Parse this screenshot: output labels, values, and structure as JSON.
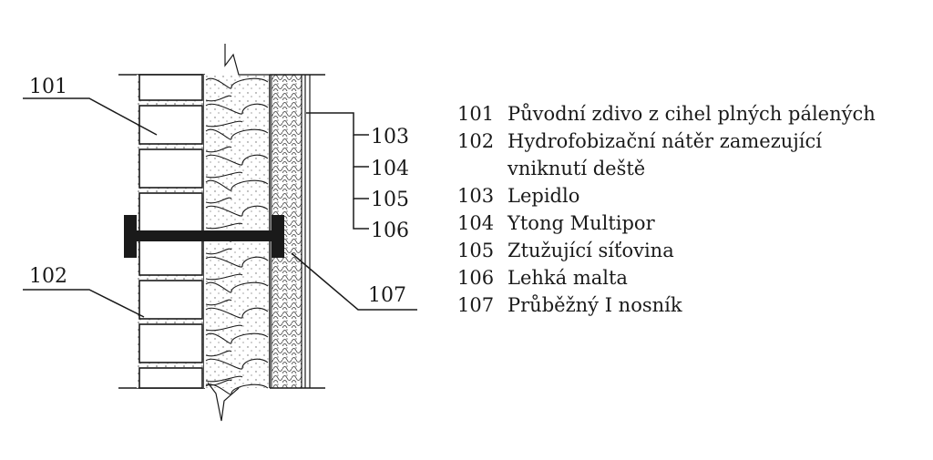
{
  "callouts": [
    {
      "id": "101",
      "label": "101"
    },
    {
      "id": "102",
      "label": "102"
    },
    {
      "id": "103",
      "label": "103"
    },
    {
      "id": "104",
      "label": "104"
    },
    {
      "id": "105",
      "label": "105"
    },
    {
      "id": "106",
      "label": "106"
    },
    {
      "id": "107",
      "label": "107"
    }
  ],
  "legend": [
    {
      "number": "101",
      "text": "Původní zdivo z cihel plných pálených"
    },
    {
      "number": "102",
      "text": "Hydrofobizační nátěr zamezující vniknutí deště"
    },
    {
      "number": "103",
      "text": "Lepidlo"
    },
    {
      "number": "104",
      "text": "Ytong Multipor"
    },
    {
      "number": "105",
      "text": "Ztužující síťovina"
    },
    {
      "number": "106",
      "text": "Lehká malta"
    },
    {
      "number": "107",
      "text": "Průběžný I nosník"
    }
  ],
  "colors": {
    "ink": "#1a1a1a",
    "paper": "#ffffff",
    "stipple": "#555555"
  }
}
